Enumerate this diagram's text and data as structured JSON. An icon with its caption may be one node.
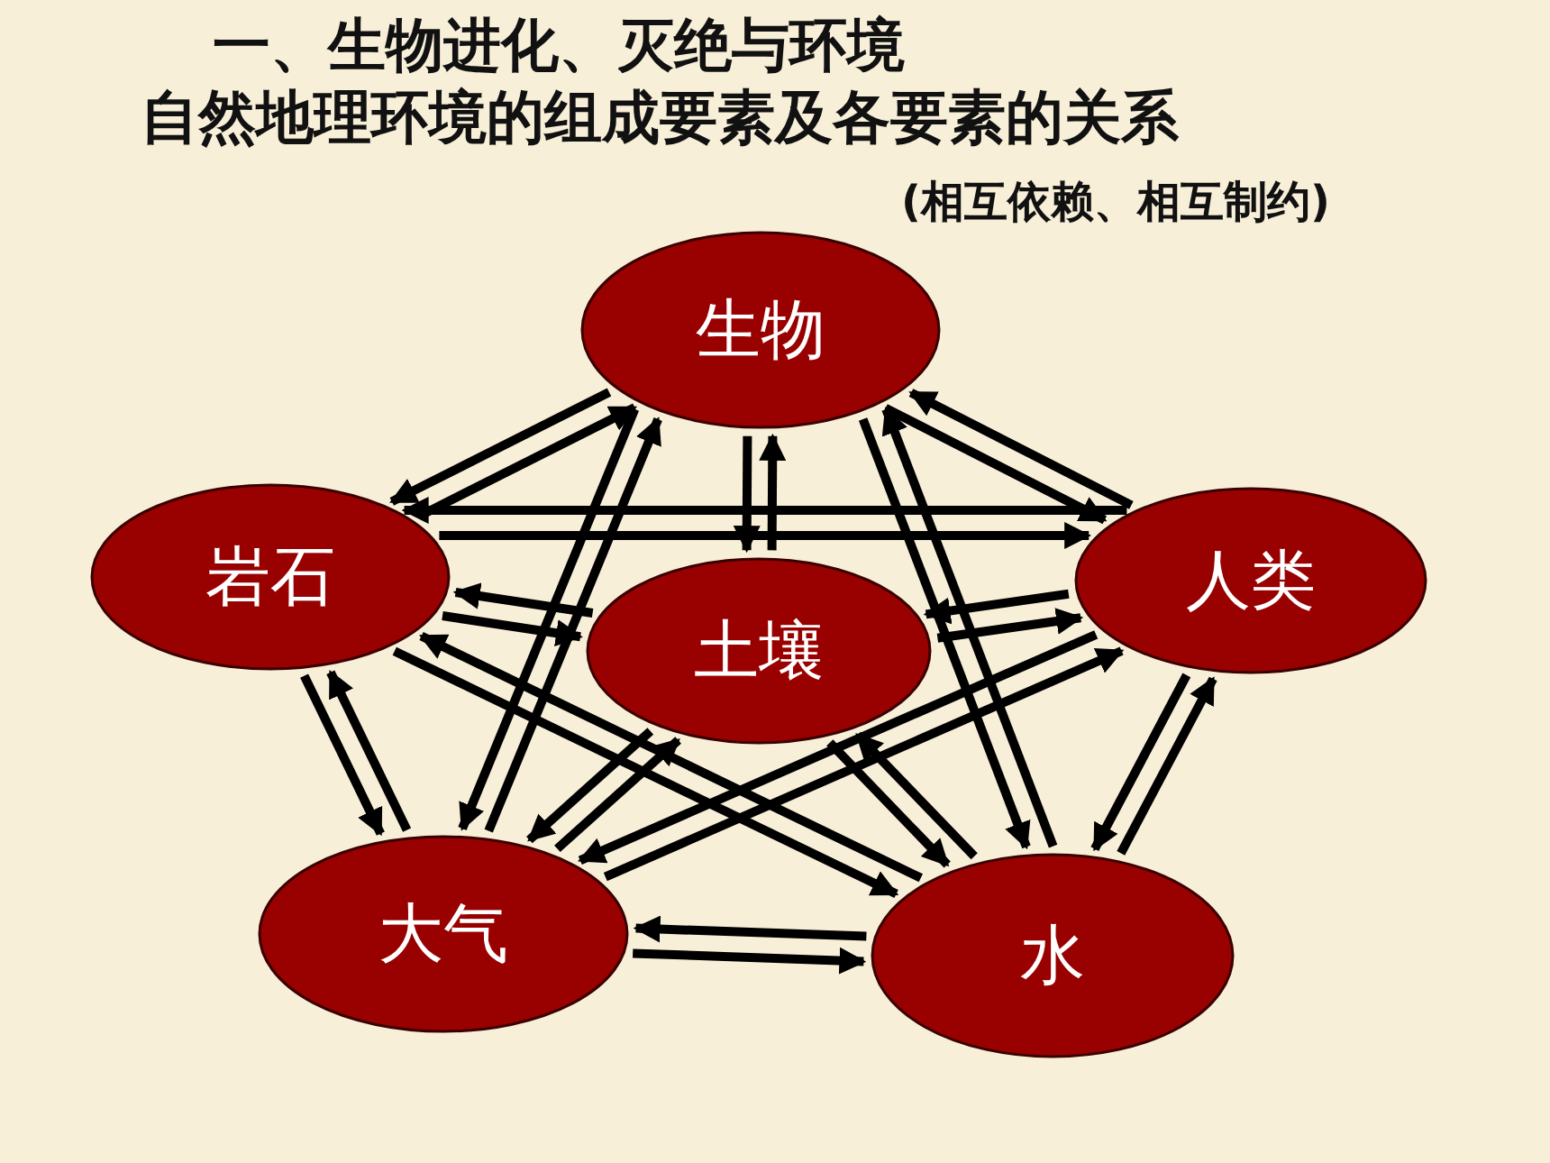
{
  "diagram": {
    "title": "一、生物进化、灭绝与环境",
    "nodes": [
      {
        "text": [
          "生物"
        ]
      },
      {
        "text": [
          "岩石"
        ]
      },
      {
        "text": [
          "人类"
        ]
      },
      {
        "text": [
          "土壤"
        ]
      },
      {
        "text": [
          "大气"
        ]
      },
      {
        "text": [
          "水"
        ]
      }
    ],
    "edges": [
      {
        "from": 0,
        "to": 1,
        "arrow": "to"
      },
      {
        "from": 1,
        "to": 0,
        "arrow": "to"
      },
      {
        "from": 0,
        "to": 2,
        "arrow": "to"
      },
      {
        "from": 2,
        "to": 0,
        "arrow": "to"
      },
      {
        "from": 0,
        "to": 3,
        "arrow": "to"
      },
      {
        "from": 3,
        "to": 0,
        "arrow": "to"
      },
      {
        "from": 0,
        "to": 4,
        "arrow": "to"
      },
      {
        "from": 4,
        "to": 0,
        "arrow": "to"
      },
      {
        "from": 0,
        "to": 5,
        "arrow": "to"
      },
      {
        "from": 5,
        "to": 0,
        "arrow": "to"
      },
      {
        "from": 1,
        "to": 2,
        "arrow": "to"
      },
      {
        "from": 2,
        "to": 1,
        "arrow": "to"
      },
      {
        "from": 1,
        "to": 3,
        "arrow": "to"
      },
      {
        "from": 3,
        "to": 1,
        "arrow": "to"
      },
      {
        "from": 1,
        "to": 4,
        "arrow": "to"
      },
      {
        "from": 4,
        "to": 1,
        "arrow": "to"
      },
      {
        "from": 1,
        "to": 5,
        "arrow": "to"
      },
      {
        "from": 5,
        "to": 1,
        "arrow": "to"
      },
      {
        "from": 2,
        "to": 3,
        "arrow": "to"
      },
      {
        "from": 3,
        "to": 2,
        "arrow": "to"
      },
      {
        "from": 2,
        "to": 4,
        "arrow": "to"
      },
      {
        "from": 4,
        "to": 2,
        "arrow": "to"
      },
      {
        "from": 2,
        "to": 5,
        "arrow": "to"
      },
      {
        "from": 5,
        "to": 2,
        "arrow": "to"
      },
      {
        "from": 3,
        "to": 4,
        "arrow": "to"
      },
      {
        "from": 4,
        "to": 3,
        "arrow": "to"
      },
      {
        "from": 3,
        "to": 5,
        "arrow": "to"
      },
      {
        "from": 5,
        "to": 3,
        "arrow": "to"
      },
      {
        "from": 4,
        "to": 5,
        "arrow": "to"
      },
      {
        "from": 5,
        "to": 4,
        "arrow": "to"
      }
    ],
    "labels": [
      "自然地理环境的组成要素及各要素的关系",
      "(相互依赖、相互制约)"
    ]
  }
}
